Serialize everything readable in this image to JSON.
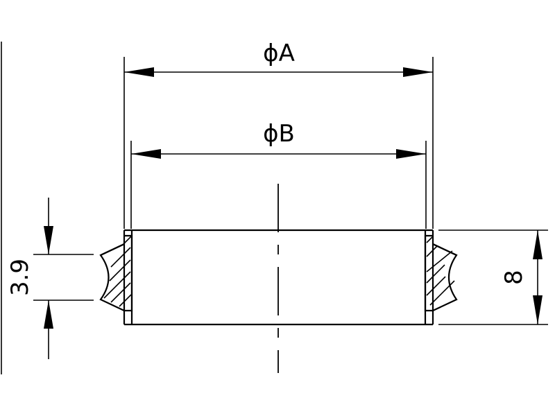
{
  "labels": {
    "diameter_a": "ϕA",
    "diameter_b": "ϕB",
    "thickness": "3.9",
    "height": "8"
  }
}
